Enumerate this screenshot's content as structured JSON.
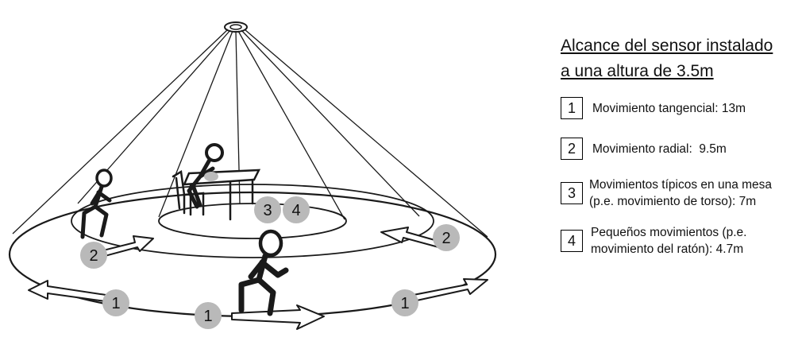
{
  "diagram": {
    "badges": [
      {
        "label": "1"
      },
      {
        "label": "1"
      },
      {
        "label": "1"
      },
      {
        "label": "2"
      },
      {
        "label": "2"
      },
      {
        "label": "3"
      },
      {
        "label": "4"
      }
    ]
  },
  "legend": {
    "title_line1": "Alcance del sensor instalado",
    "title_line2": "a una altura de 3.5m",
    "items": [
      {
        "number": "1",
        "text_line1": "Movimiento tangencial: 13m",
        "text_line2": ""
      },
      {
        "number": "2",
        "text_line1": "Movimiento radial:  9.5m",
        "text_line2": ""
      },
      {
        "number": "3",
        "text_line1": "Movimientos típicos en una mesa",
        "text_line2": "(p.e. movimiento de torso): 7m"
      },
      {
        "number": "4",
        "text_line1": "Pequeños movimientos (p.e.",
        "text_line2": "movimiento del ratón): 4.7m"
      }
    ]
  },
  "colors": {
    "badge": "#b9b9b9",
    "line": "#1a1a1a"
  }
}
